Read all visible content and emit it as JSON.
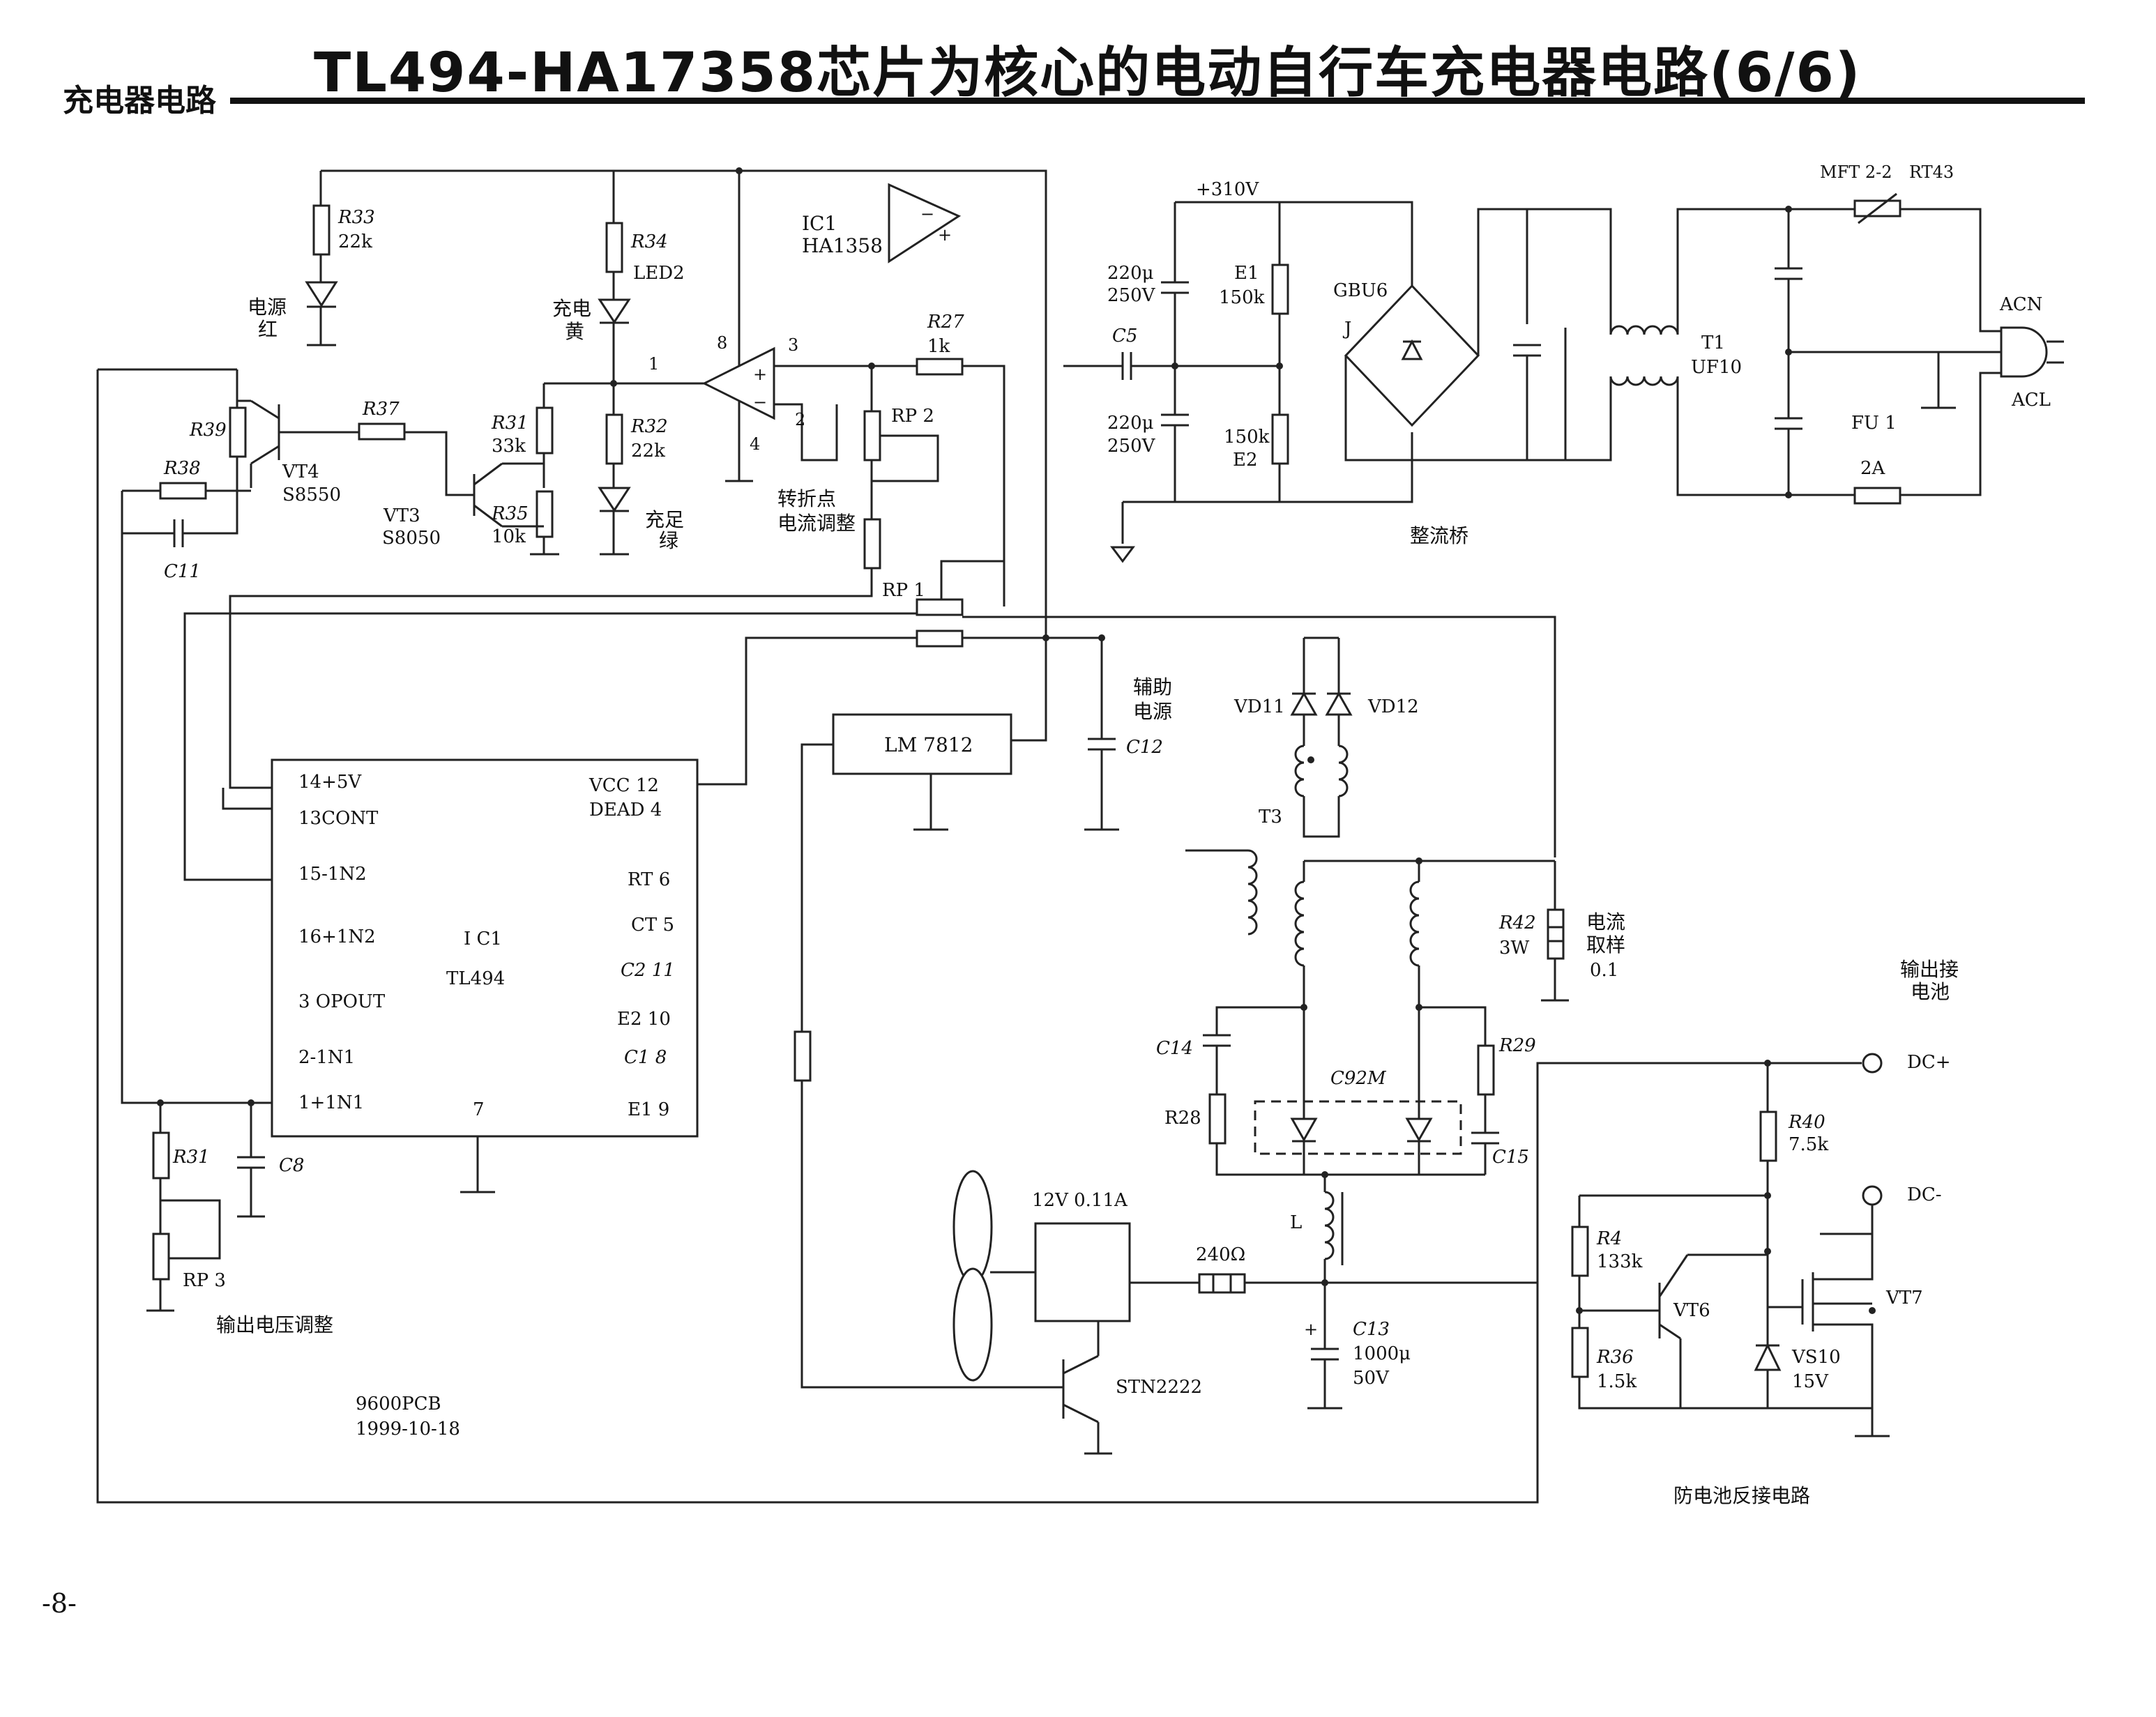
{
  "header": {
    "section": "充电器电路",
    "title": "TL494-HA17358芯片为核心的电动自行车充电器电路(6/6)"
  },
  "page_number": "-8-",
  "labels": {
    "r33_name": "R33",
    "r33_val": "22k",
    "led_red_1": "电源",
    "led_red_2": "红",
    "r34_name": "R34",
    "led2": "LED2",
    "led_yellow_1": "充电",
    "led_yellow_2": "黄",
    "r32_name": "R32",
    "r32_val": "22k",
    "led_green_1": "充足",
    "led_green_2": "绿",
    "r31a_name": "R31",
    "r31a_val": "33k",
    "r35_name": "R35",
    "r35_val": "10k",
    "vt3_name": "VT3",
    "vt3_part": "S8050",
    "vt4_name": "VT4",
    "vt4_part": "S8550",
    "r37_name": "R37",
    "r39_name": "R39",
    "r38_name": "R38",
    "c11_name": "C11",
    "ic1_name": "IC1",
    "ic1_part": "HA1358",
    "pin8": "8",
    "pin3": "3",
    "pin1": "1",
    "pin2": "2",
    "pin4": "4",
    "r27_name": "R27",
    "r27_val": "1k",
    "rp2_name": "RP 2",
    "turn_adj_1": "转折点",
    "turn_adj_2": "电流调整",
    "rp1_name": "RP 1",
    "v310": "+310V",
    "c220a_1": "220μ",
    "c220a_2": "250V",
    "c5_name": "C5",
    "c220b_1": "220μ",
    "c220b_2": "250V",
    "e1_name": "E1",
    "e1_val": "150k",
    "e2_val": "150k",
    "e2_name": "E2",
    "gbu6": "GBU6",
    "j": "J",
    "bridge_label": "整流桥",
    "t1_name": "T1",
    "t1_part": "UF10",
    "mft": "MFT 2-2",
    "rt43": "RT43",
    "fu1": "FU 1",
    "fuse_val": "2A",
    "acn": "ACN",
    "acl": "ACL",
    "aux_1": "辅助",
    "aux_2": "电源",
    "c12_name": "C12",
    "vd11": "VD11",
    "vd12": "VD12",
    "t3_name": "T3",
    "lm7812": "LM 7812",
    "r42_name": "R42",
    "r42_val": "3W",
    "isense_1": "电流",
    "isense_2": "取样",
    "isense_3": "0.1",
    "out_batt_1": "输出接",
    "out_batt_2": "电池",
    "c14_name": "C14",
    "r28_name": "R28",
    "c92m": "C92M",
    "r29_name": "R29",
    "c15_name": "C15",
    "l_name": "L",
    "fan_spec": "12V  0.11A",
    "r240": "240Ω",
    "stn2222": "STN2222",
    "c13_name": "C13",
    "c13_val": "1000μ",
    "c13_v": "50V",
    "dcp": "DC+",
    "dcm": "DC-",
    "r40_name": "R40",
    "r40_val": "7.5k",
    "r4_name": "R4",
    "r4_val": "133k",
    "vt6": "VT6",
    "r36_name": "R36",
    "r36_val": "1.5k",
    "vs10_name": "VS10",
    "vs10_val": "15V",
    "vt7": "VT7",
    "rev_protect": "防电池反接电路",
    "tl_pin14": "14+5V",
    "tl_pin13": "13CONT",
    "tl_pin15": "15-1N2",
    "tl_pin16": "16+1N2",
    "tl_pin3": "3 OPOUT",
    "tl_pin2": "2-1N1",
    "tl_pin1": "1+1N1",
    "tl_vcc": "VCC  12",
    "tl_dead": "DEAD  4",
    "tl_rt": "RT  6",
    "tl_ct": "CT  5",
    "tl_c2": "C2  11",
    "tl_e2": "E2  10",
    "tl_c1": "C1   8",
    "tl_e1": "E1   9",
    "tl_pin7": "7",
    "tl_ic": "I C1",
    "tl_part": "TL494",
    "r31b_name": "R31",
    "c8_name": "C8",
    "rp3_name": "RP 3",
    "volt_adj": "输出电压调整",
    "pcb": "9600PCB",
    "date": "1999-10-18"
  }
}
